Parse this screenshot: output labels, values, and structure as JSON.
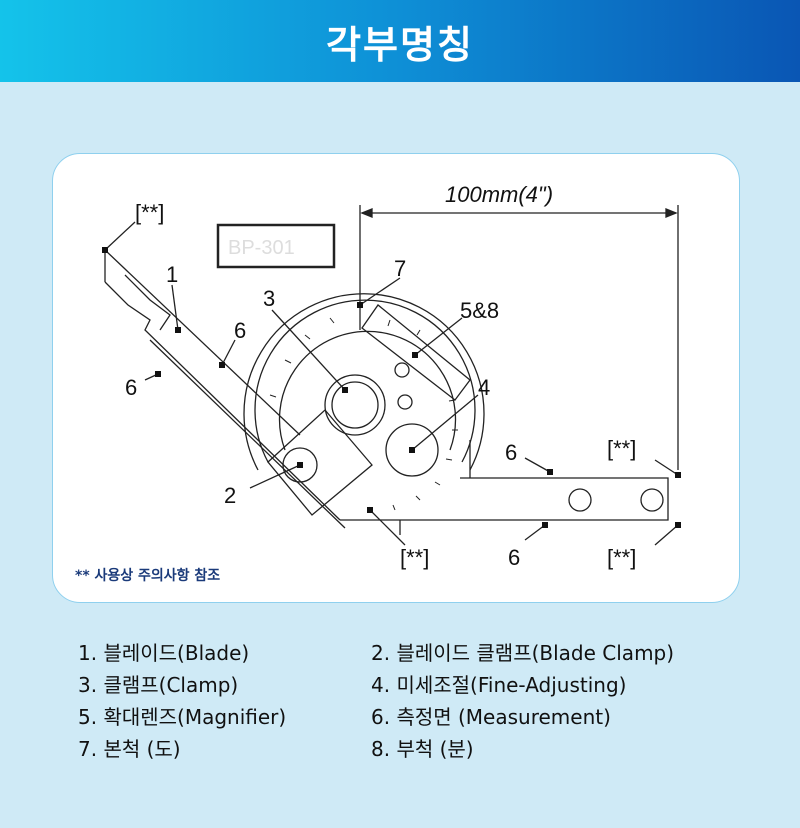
{
  "header": {
    "title": "각부명칭"
  },
  "diagram": {
    "dimension": "100mm(4\")",
    "model_box": "BP-301",
    "labels": {
      "l1": "1",
      "l2": "2",
      "l3": "3",
      "l4": "4",
      "l58": "5&8",
      "l6a": "6",
      "l6b": "6",
      "l6c": "6",
      "l6d": "6",
      "l7": "7",
      "ref1": "[**]",
      "ref2": "[**]",
      "ref3": "[**]",
      "ref4": "[**]"
    },
    "note": "** 사용상 주의사항 참조"
  },
  "parts": [
    "1. 블레이드(Blade)",
    "2. 블레이드 클램프(Blade Clamp)",
    "3. 클램프(Clamp)",
    "4. 미세조절(Fine-Adjusting)",
    "5. 확대렌즈(Magnifier)",
    "6. 측정면 (Measurement)",
    "7. 본척 (도)",
    "8. 부척 (분)"
  ],
  "colors": {
    "header_start": "#14c3ea",
    "header_end": "#0a56b4",
    "background": "#cfeaf6",
    "note": "#1a3a7a"
  }
}
